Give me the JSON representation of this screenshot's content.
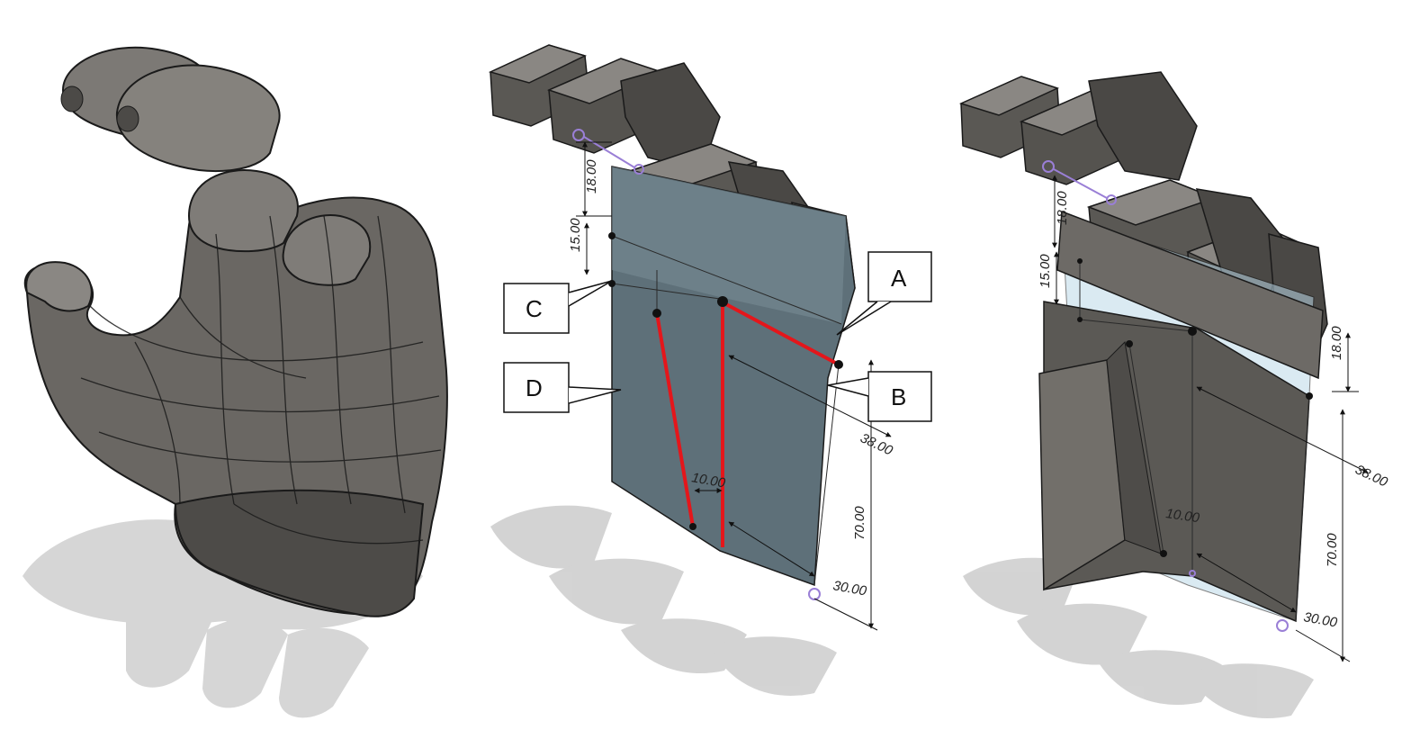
{
  "panels": [
    {
      "id": "hand-model",
      "kind": "3d-hand-render"
    },
    {
      "id": "palm-sketch-annotated",
      "kind": "cad-sketch",
      "dimensions": [
        "18.00",
        "15.00",
        "38.00",
        "70.00",
        "30.00",
        "10.00"
      ],
      "callouts": [
        "A",
        "B",
        "C",
        "D"
      ]
    },
    {
      "id": "palm-sketch-result",
      "kind": "cad-sketch",
      "dimensions": [
        "18.00",
        "15.00",
        "38.00",
        "70.00",
        "30.00",
        "10.00",
        "18.00"
      ]
    }
  ],
  "colors": {
    "model_gray": "#5c5a56",
    "plate_blue": "#5e7079",
    "highlight_red": "#e4161b",
    "sketch_point": "#9a7fd6",
    "shadow": "#c9c9c9"
  }
}
